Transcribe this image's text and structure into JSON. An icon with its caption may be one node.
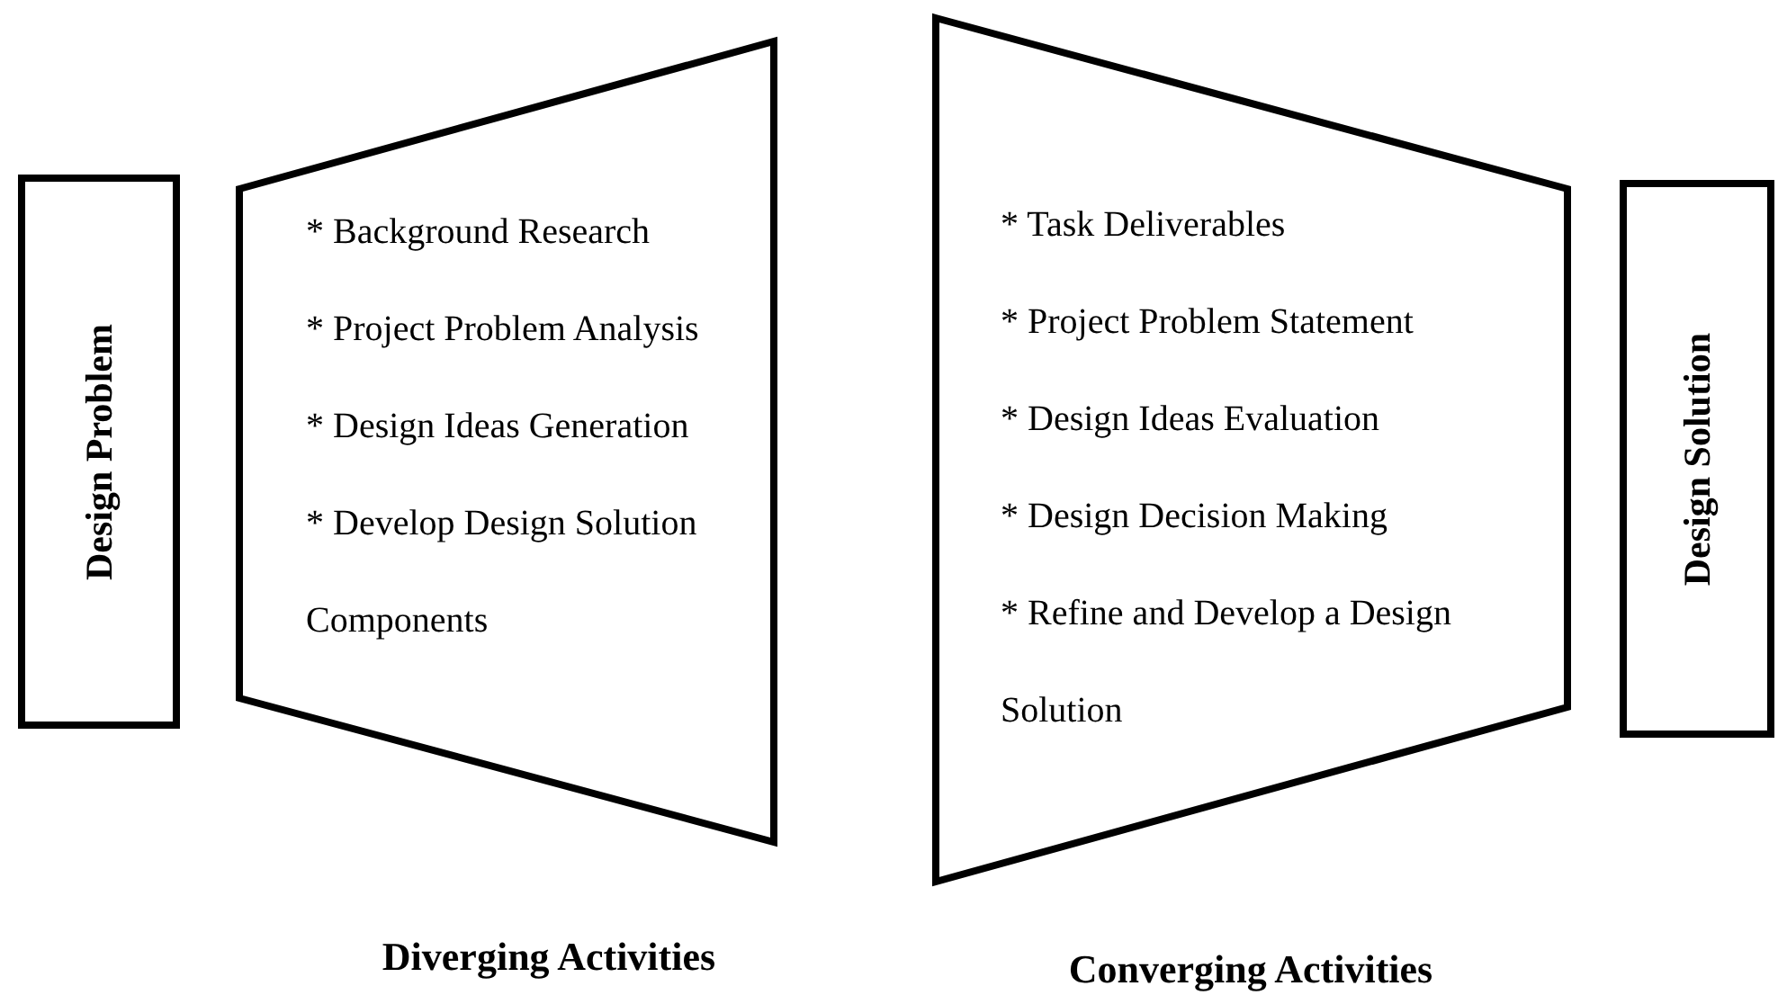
{
  "diagram": {
    "nodes": [
      {
        "text": [
          "Design Problem"
        ]
      },
      {
        "text": [
          "* Background Research",
          "* Project Problem Analysis",
          "* Design Ideas Generation",
          "* Develop Design Solution Components"
        ],
        "beside": [
          "Diverging Activities"
        ]
      },
      {
        "text": [
          "* Task Deliverables",
          "* Project Problem Statement",
          "* Design Ideas Evaluation",
          "* Design Decision Making",
          "* Refine and Develop a Design Solution"
        ],
        "beside": [
          "Converging Activities"
        ]
      },
      {
        "text": [
          "Design Solution"
        ]
      }
    ],
    "edges": []
  }
}
